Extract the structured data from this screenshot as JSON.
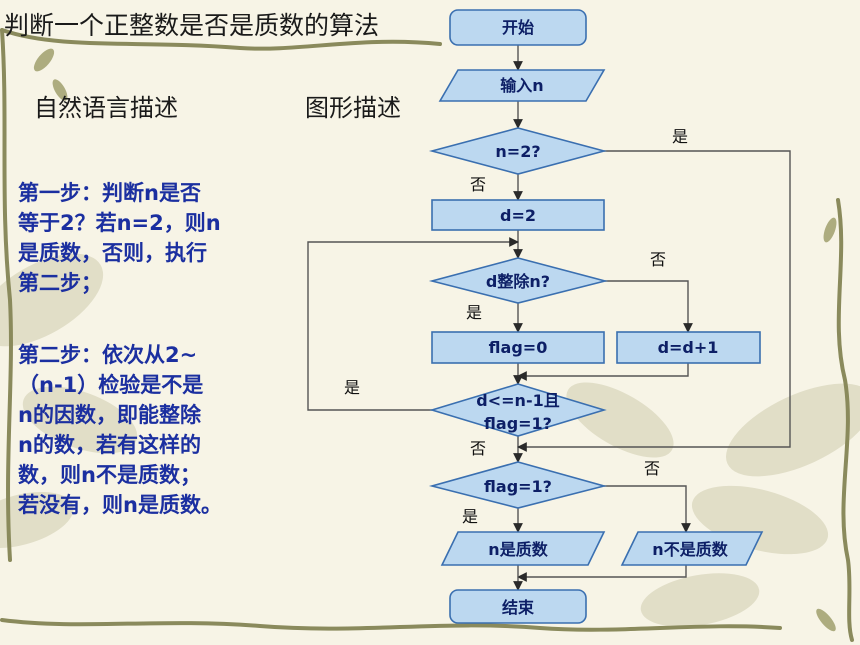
{
  "title": "判断一个正整数是否是质数的算法",
  "natural_label": "自然语言描述",
  "graphic_label": "图形描述",
  "step1": [
    "第一步：判断n是否",
    "等于2？若n=2，则n",
    "是质数，否则，执行",
    "第二步；"
  ],
  "step2": [
    "第二步：依次从2~",
    "（n-1）检验是不是",
    "n的因数，即能整除",
    "n的数，若有这样的",
    "数，则n不是质数；",
    "若没有，则n是质数。"
  ],
  "flowchart": {
    "start": "开始",
    "input": "输入n",
    "cond_n2": "n=2?",
    "assign_d": "d=2",
    "cond_div": "d整除n?",
    "flag0": "flag=0",
    "incr": "d=d+1",
    "loop_cond_line1": "d<=n-1且",
    "loop_cond_line2": "flag=1?",
    "cond_flag": "flag=1?",
    "out_prime": "n是质数",
    "out_not_prime": "n不是质数",
    "end": "结束",
    "yes": "是",
    "no": "否"
  },
  "colors": {
    "shape_fill": "#bcd8f0",
    "shape_stroke": "#3a6fb0",
    "step_text": "#1b2fa0"
  }
}
